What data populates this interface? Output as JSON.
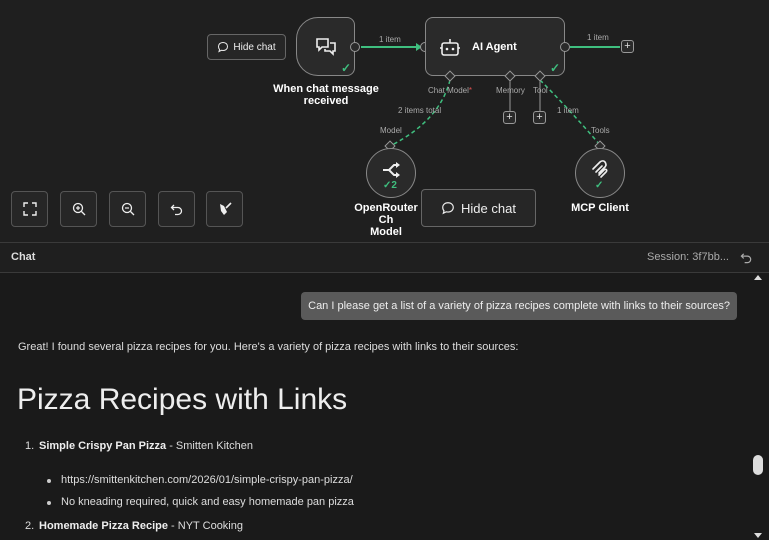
{
  "canvas": {
    "hide_chat_small": "Hide chat",
    "hide_chat_big": "Hide chat",
    "trigger_title": "When chat message received",
    "agent_title": "AI Agent",
    "openrouter_title_line1": "OpenRouter Ch",
    "openrouter_title_line2": "Model",
    "mcp_title": "MCP Client",
    "wire_label_in": "1 item",
    "wire_label_out": "1 item",
    "wire_label_model": "2 items total",
    "wire_label_tool": "1 item",
    "port_chat_model": "Chat Model",
    "port_chat_model_req": "*",
    "port_memory": "Memory",
    "port_tool": "Tool",
    "sub_label_model": "Model",
    "sub_label_tools": "Tools",
    "openrouter_run_count": "2",
    "colors": {
      "success": "#3fbf7f",
      "wire": "#3fbf7f"
    }
  },
  "toolbar": {
    "items": [
      "fit-view-icon",
      "zoom-in-icon",
      "zoom-out-icon",
      "undo-icon",
      "tidy-up-icon"
    ]
  },
  "chat": {
    "title": "Chat",
    "session": "Session: 3f7bb...",
    "user_message": "Can I please get a list of a variety of pizza recipes complete with links to their sources?",
    "bot_intro": "Great! I found several pizza recipes for you. Here's a variety of pizza recipes with links to their sources:",
    "bot_heading": "Pizza Recipes with Links",
    "recipes": [
      {
        "num": "1.",
        "name": "Simple Crispy Pan Pizza",
        "source": " - Smitten Kitchen",
        "link": "https://smittenkitchen.com/2026/01/simple-crispy-pan-pizza/",
        "note": "No kneading required, quick and easy homemade pan pizza"
      },
      {
        "num": "2.",
        "name": "Homemade Pizza Recipe",
        "source": " - NYT Cooking"
      }
    ]
  }
}
